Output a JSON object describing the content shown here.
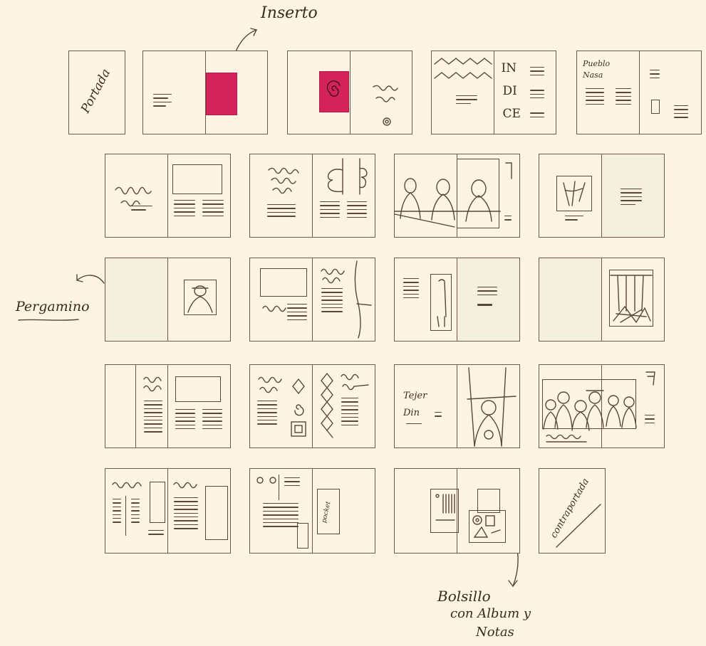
{
  "annotations": {
    "inserto": "Inserto",
    "pergamino": "Pergamino",
    "bolsillo_line1": "Bolsillo",
    "bolsillo_line2": "con Album y",
    "bolsillo_line3": "Notas"
  },
  "pages": {
    "portada": "Portada",
    "contraportada": "contraportada",
    "indice": [
      "IN",
      "DI",
      "CE"
    ],
    "pueblo": "Pueblo Nasa",
    "tejer_din": "Tejer Din",
    "pocket_text": "pocket"
  },
  "colors": {
    "background": "#fdf4e3",
    "ink": "#5a4638",
    "insert_pink": "#d4235a",
    "shaded_page": "#f4efdf"
  }
}
